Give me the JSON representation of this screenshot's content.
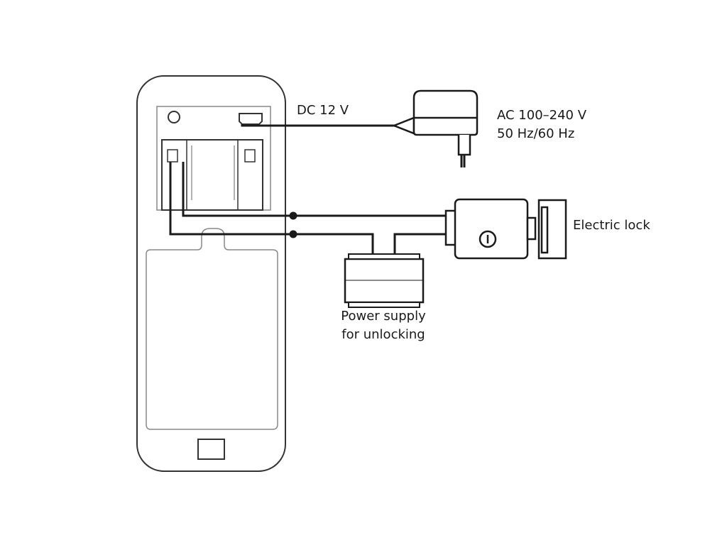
{
  "labels": {
    "dc_voltage": "DC 12 V",
    "ac_line1": "AC 100–240 V",
    "ac_line2": "50 Hz/60 Hz",
    "electric_lock": "Electric lock",
    "psu_line1": "Power supply",
    "psu_line2": "for unlocking"
  },
  "colors": {
    "line": "#1a1a1a",
    "outline": "#333333",
    "light_outline": "#888888",
    "background": "#ffffff"
  }
}
